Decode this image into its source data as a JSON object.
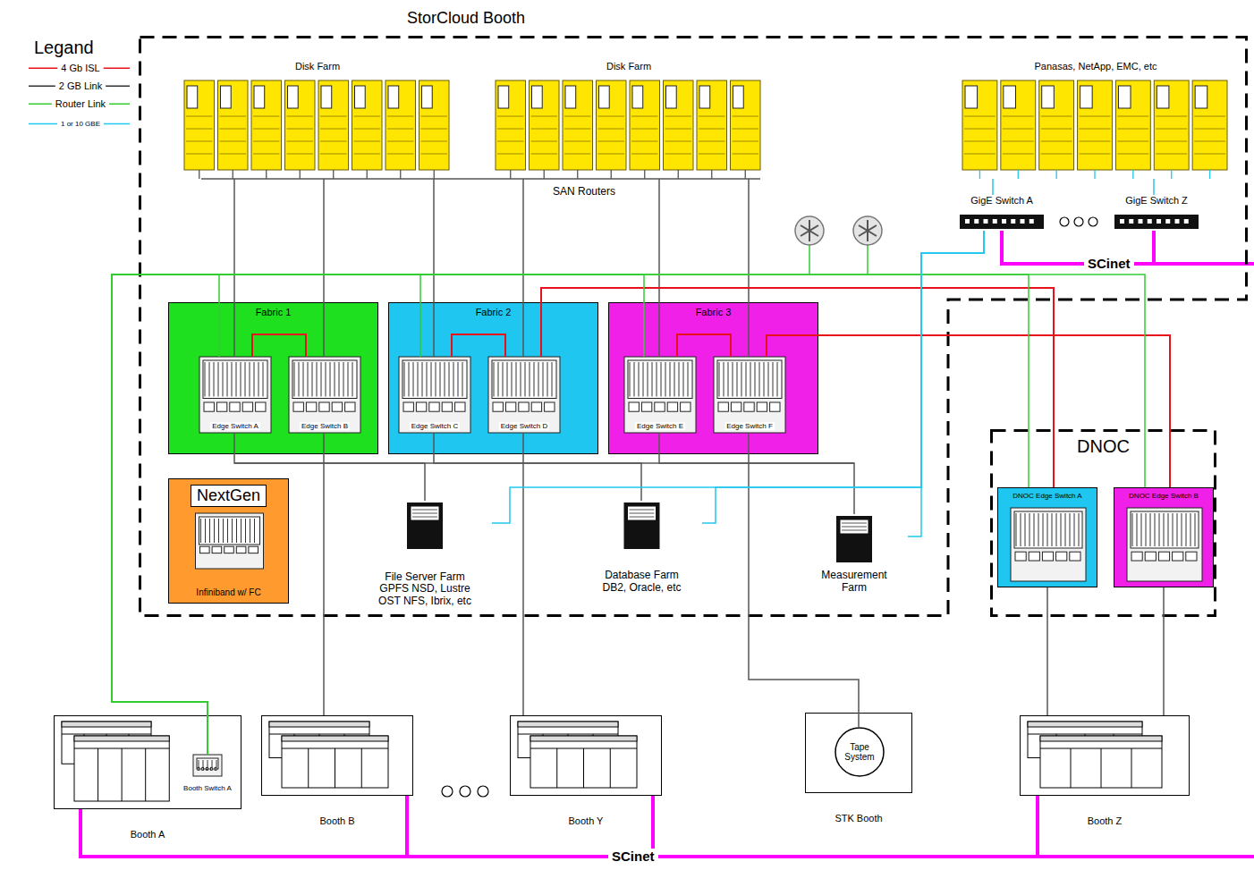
{
  "diagram": {
    "nodes": [
      {
        "text": [
          "StorCloud Booth"
        ]
      },
      {
        "text": [
          "Disk Farm"
        ],
        "in": 0
      },
      {
        "text": [
          "Disk Farm"
        ],
        "in": 0
      },
      {
        "text": [
          "Panasas, NetApp, EMC, etc"
        ],
        "in": 0
      },
      {
        "text": [
          "GigE Switch A"
        ],
        "in": 0
      },
      {
        "text": [
          "GigE Switch Z"
        ],
        "in": 0
      },
      {
        "text": [
          "Fabric 1"
        ],
        "in": 0
      },
      {
        "text": [
          "Edge Switch A"
        ],
        "in": 6
      },
      {
        "text": [
          "Edge Switch B"
        ],
        "in": 6
      },
      {
        "text": [
          "Fabric 2"
        ],
        "in": 0
      },
      {
        "text": [
          "Edge Switch C"
        ],
        "in": 9
      },
      {
        "text": [
          "Edge Switch D"
        ],
        "in": 9
      },
      {
        "text": [
          "Fabric 3"
        ],
        "in": 0
      },
      {
        "text": [
          "Edge Switch E"
        ],
        "in": 12
      },
      {
        "text": [
          "Edge Switch F"
        ],
        "in": 12
      },
      {
        "text": [
          "NextGen",
          "Infiniband w/ FC"
        ],
        "in": 0
      },
      {
        "text": [
          "File Server Farm",
          "GPFS NSD, Lustre OST NFS, Ibrix, etc"
        ],
        "in": 0
      },
      {
        "text": [
          "Database Farm",
          "DB2, Oracle, etc"
        ],
        "in": 0
      },
      {
        "text": [
          "Measurement Farm"
        ],
        "in": 0
      },
      {
        "text": [
          "DNOC"
        ]
      },
      {
        "text": [
          "DNOC Edge Switch A"
        ],
        "in": 19
      },
      {
        "text": [
          "DNOC Edge Switch B"
        ],
        "in": 19
      },
      {
        "text": [
          "Booth A"
        ]
      },
      {
        "text": [
          "Booth Switch A"
        ],
        "in": 22
      },
      {
        "text": [
          "Booth B"
        ]
      },
      {
        "text": [
          "Booth Y"
        ]
      },
      {
        "text": [
          "STK Booth"
        ]
      },
      {
        "text": [
          "Tape System"
        ],
        "in": 26
      },
      {
        "text": [
          "Booth Z"
        ]
      }
    ],
    "edges": [
      {
        "from": 1,
        "to": 7,
        "arrow": "none"
      },
      {
        "from": 1,
        "to": 8,
        "arrow": "none"
      },
      {
        "from": 1,
        "to": 10,
        "arrow": "none"
      },
      {
        "from": 2,
        "to": 11,
        "arrow": "none"
      },
      {
        "from": 2,
        "to": 13,
        "arrow": "none"
      },
      {
        "from": 2,
        "to": 14,
        "arrow": "none"
      },
      {
        "from": 7,
        "to": 8,
        "arrow": "none"
      },
      {
        "from": 10,
        "to": 11,
        "arrow": "none"
      },
      {
        "from": 13,
        "to": 14,
        "arrow": "none"
      },
      {
        "from": 11,
        "to": 20,
        "arrow": "none"
      },
      {
        "from": 14,
        "to": 21,
        "arrow": "none"
      },
      {
        "from": 23,
        "to": 7,
        "arrow": "none"
      },
      {
        "from": 23,
        "to": 10,
        "arrow": "none"
      },
      {
        "from": 23,
        "to": 13,
        "arrow": "none"
      },
      {
        "from": 23,
        "to": 20,
        "arrow": "none"
      },
      {
        "from": 23,
        "to": 21,
        "arrow": "none"
      },
      {
        "from": 7,
        "to": 16,
        "arrow": "none"
      },
      {
        "from": 10,
        "to": 17,
        "arrow": "none"
      },
      {
        "from": 13,
        "to": 18,
        "arrow": "none"
      },
      {
        "from": 8,
        "to": 24,
        "arrow": "none"
      },
      {
        "from": 11,
        "to": 25,
        "arrow": "none"
      },
      {
        "from": 14,
        "to": 27,
        "arrow": "none"
      },
      {
        "from": 20,
        "to": 28,
        "arrow": "none"
      },
      {
        "from": 21,
        "to": 28,
        "arrow": "none"
      },
      {
        "from": 16,
        "to": 4,
        "arrow": "none"
      },
      {
        "from": 17,
        "to": 4,
        "arrow": "none"
      },
      {
        "from": 18,
        "to": 4,
        "arrow": "none"
      },
      {
        "from": 3,
        "to": 4,
        "arrow": "none"
      },
      {
        "from": 3,
        "to": 5,
        "arrow": "none"
      }
    ],
    "labels": [
      "Legand",
      "SAN Routers",
      "SCinet",
      "SCinet"
    ],
    "legend": [
      {
        "text": "4 Gb ISL"
      },
      {
        "text": "2 GB Link"
      },
      {
        "text": "Router Link"
      },
      {
        "text": "1 or 10 GBE"
      }
    ]
  }
}
